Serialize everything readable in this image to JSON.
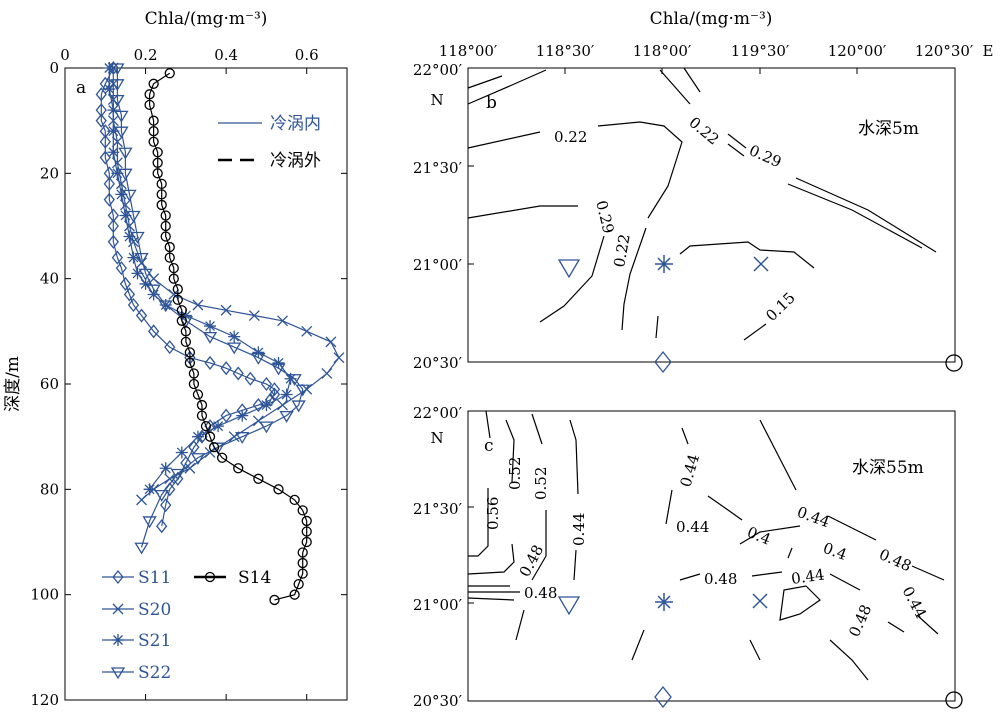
{
  "colors": {
    "inside": "#2f5597",
    "outside": "#000000"
  },
  "chart_data": [
    {
      "id": "a",
      "type": "line",
      "panel_label": "a",
      "xlabel": "Chla/(mg·m⁻³)",
      "ylabel": "深度/m",
      "xlim": [
        0,
        0.7
      ],
      "ylim": [
        0,
        120
      ],
      "y_inverted": true,
      "x_axis_position": "top",
      "xticks": [
        0,
        0.2,
        0.4,
        0.6
      ],
      "xtick_labels": [
        "0",
        "0.2",
        "0.4",
        "0.6"
      ],
      "yticks": [
        0,
        20,
        40,
        60,
        80,
        100,
        120
      ],
      "ytick_labels": [
        "0",
        "20",
        "40",
        "60",
        "80",
        "100",
        "120"
      ],
      "legend_style": [
        {
          "label": "冷涡内",
          "style": "solid",
          "color": "#2f5597"
        },
        {
          "label": "冷涡外",
          "style": "dashed",
          "color": "#000000"
        }
      ],
      "series": [
        {
          "name": "S11",
          "marker": "diamond",
          "color": "#2f5597",
          "x": [
            0.12,
            0.1,
            0.09,
            0.09,
            0.09,
            0.1,
            0.1,
            0.1,
            0.11,
            0.11,
            0.11,
            0.12,
            0.12,
            0.12,
            0.13,
            0.14,
            0.15,
            0.16,
            0.17,
            0.19,
            0.22,
            0.26,
            0.31,
            0.36,
            0.4,
            0.43,
            0.46,
            0.5,
            0.52,
            0.52,
            0.51,
            0.48,
            0.44,
            0.4,
            0.36,
            0.34,
            0.32,
            0.3,
            0.28,
            0.26,
            0.25,
            0.24
          ],
          "y": [
            0,
            3,
            5,
            8,
            10,
            12,
            14,
            17,
            20,
            22,
            25,
            28,
            30,
            33,
            36,
            38,
            41,
            43,
            45,
            47,
            50,
            53,
            55,
            56,
            57,
            58,
            59,
            60,
            61,
            62,
            63,
            64,
            65,
            66,
            68,
            70,
            72,
            75,
            78,
            80,
            83,
            87
          ]
        },
        {
          "name": "S20",
          "marker": "x",
          "color": "#2f5597",
          "x": [
            0.12,
            0.12,
            0.12,
            0.12,
            0.13,
            0.13,
            0.14,
            0.15,
            0.16,
            0.17,
            0.19,
            0.22,
            0.27,
            0.33,
            0.4,
            0.47,
            0.54,
            0.6,
            0.66,
            0.68,
            0.65,
            0.6,
            0.54,
            0.48,
            0.42,
            0.36,
            0.31,
            0.26,
            0.22,
            0.19
          ],
          "y": [
            0,
            3,
            6,
            10,
            14,
            18,
            22,
            26,
            30,
            33,
            37,
            40,
            43,
            45,
            46,
            47,
            48,
            50,
            52,
            55,
            58,
            61,
            64,
            67,
            70,
            73,
            76,
            78,
            80,
            82
          ]
        },
        {
          "name": "S21",
          "marker": "star",
          "color": "#2f5597",
          "x": [
            0.11,
            0.11,
            0.12,
            0.12,
            0.12,
            0.13,
            0.14,
            0.15,
            0.16,
            0.17,
            0.18,
            0.2,
            0.22,
            0.25,
            0.3,
            0.36,
            0.42,
            0.48,
            0.53,
            0.56,
            0.55,
            0.5,
            0.44,
            0.38,
            0.33,
            0.29,
            0.25,
            0.21
          ],
          "y": [
            0,
            4,
            8,
            12,
            16,
            20,
            24,
            28,
            32,
            36,
            39,
            41,
            43,
            45,
            47,
            49,
            51,
            54,
            56,
            59,
            62,
            64,
            66,
            68,
            70,
            73,
            76,
            80
          ]
        },
        {
          "name": "S22",
          "marker": "triangle-down",
          "color": "#2f5597",
          "x": [
            0.13,
            0.13,
            0.13,
            0.14,
            0.14,
            0.15,
            0.15,
            0.16,
            0.17,
            0.18,
            0.19,
            0.2,
            0.22,
            0.25,
            0.3,
            0.36,
            0.42,
            0.48,
            0.53,
            0.57,
            0.59,
            0.58,
            0.55,
            0.5,
            0.44,
            0.38,
            0.33,
            0.28,
            0.24,
            0.21,
            0.19
          ],
          "y": [
            0,
            3,
            6,
            9,
            12,
            16,
            20,
            24,
            28,
            32,
            36,
            39,
            42,
            45,
            48,
            51,
            53,
            55,
            57,
            59,
            61,
            64,
            66,
            68,
            70,
            72,
            74,
            77,
            81,
            86,
            91
          ]
        },
        {
          "name": "S14",
          "marker": "circle",
          "color": "#000000",
          "x": [
            0.26,
            0.22,
            0.21,
            0.21,
            0.22,
            0.22,
            0.22,
            0.23,
            0.23,
            0.23,
            0.24,
            0.24,
            0.24,
            0.25,
            0.25,
            0.25,
            0.26,
            0.26,
            0.27,
            0.27,
            0.28,
            0.28,
            0.29,
            0.29,
            0.3,
            0.3,
            0.31,
            0.31,
            0.32,
            0.32,
            0.33,
            0.34,
            0.34,
            0.35,
            0.36,
            0.37,
            0.39,
            0.43,
            0.48,
            0.53,
            0.57,
            0.59,
            0.6,
            0.6,
            0.6,
            0.59,
            0.59,
            0.59,
            0.58,
            0.57,
            0.52
          ],
          "y": [
            1,
            3,
            5,
            7,
            10,
            12,
            14,
            16,
            18,
            20,
            22,
            24,
            26,
            28,
            30,
            32,
            34,
            36,
            38,
            40,
            42,
            44,
            46,
            48,
            50,
            52,
            54,
            56,
            58,
            60,
            62,
            64,
            66,
            68,
            70,
            72,
            74,
            76,
            78,
            80,
            82,
            84,
            86,
            88,
            90,
            92,
            94,
            96,
            98,
            100,
            101
          ]
        }
      ]
    },
    {
      "id": "b",
      "type": "contour",
      "panel_label": "b",
      "xlabel": "Chla/(mg·m⁻³)",
      "annotation": "水深5m",
      "xtick_labels": [
        "118°00′",
        "118°30′",
        "118°00′",
        "119°30′",
        "120°00′",
        "120°30′"
      ],
      "x_suffix": "E",
      "ytick_labels": [
        "22°00′",
        "21°30′",
        "21°00′",
        "20°30′"
      ],
      "y_suffix": "N",
      "contour_labels": [
        "0.22",
        "0.22",
        "0.29",
        "0.29",
        "0.22",
        "0.15"
      ]
    },
    {
      "id": "c",
      "type": "contour",
      "panel_label": "c",
      "annotation": "水深55m",
      "ytick_labels": [
        "22°00′",
        "21°30′",
        "21°00′",
        "20°30′"
      ],
      "y_suffix": "N",
      "contour_labels": [
        "0.56",
        "0.52",
        "0.52",
        "0.48",
        "0.48",
        "0.44",
        "0.44",
        "0.44",
        "0.4",
        "0.44",
        "0.4",
        "0.48",
        "0.48",
        "0.44",
        "0.48"
      ]
    }
  ]
}
